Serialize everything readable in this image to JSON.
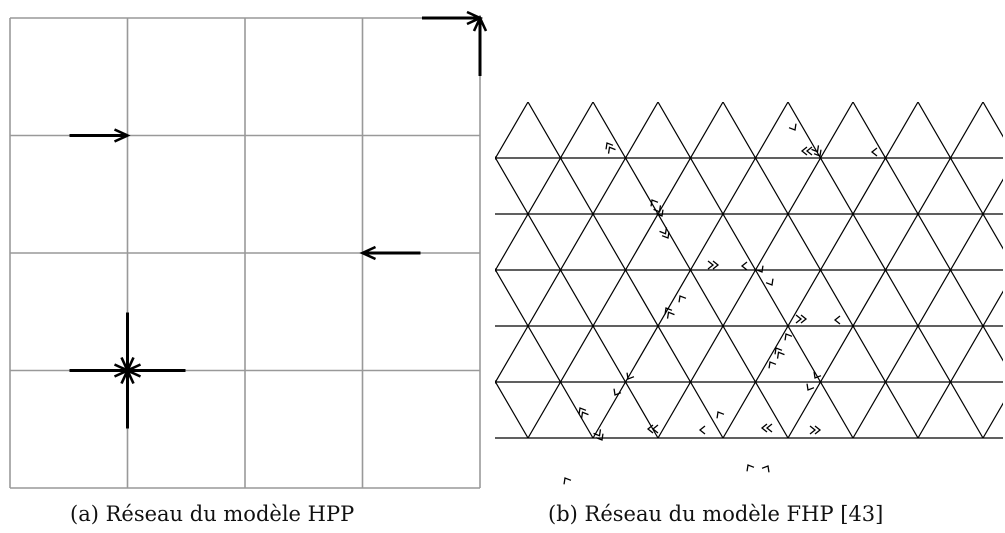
{
  "panels": [
    {
      "id": "a",
      "caption": "(a) Réseau du modèle HPP",
      "lattice": "square",
      "cells": 4,
      "arrows": [
        {
          "node": [
            4,
            4
          ],
          "dir": "E"
        },
        {
          "node": [
            4,
            4
          ],
          "dir": "N"
        },
        {
          "node": [
            1,
            3
          ],
          "dir": "E"
        },
        {
          "node": [
            3,
            2
          ],
          "dir": "W"
        },
        {
          "node": [
            1,
            1
          ],
          "dir": "E"
        },
        {
          "node": [
            1,
            1
          ],
          "dir": "W"
        },
        {
          "node": [
            1,
            1
          ],
          "dir": "N"
        },
        {
          "node": [
            1,
            1
          ],
          "dir": "S"
        }
      ],
      "colors": {
        "grid": "#999999",
        "arrow": "#000000"
      }
    },
    {
      "id": "b",
      "caption": "(b) Réseau du modèle FHP [43]",
      "lattice": "triangular",
      "rows": 6,
      "colors": {
        "grid": "#000000",
        "arrow": "#000000"
      }
    }
  ]
}
